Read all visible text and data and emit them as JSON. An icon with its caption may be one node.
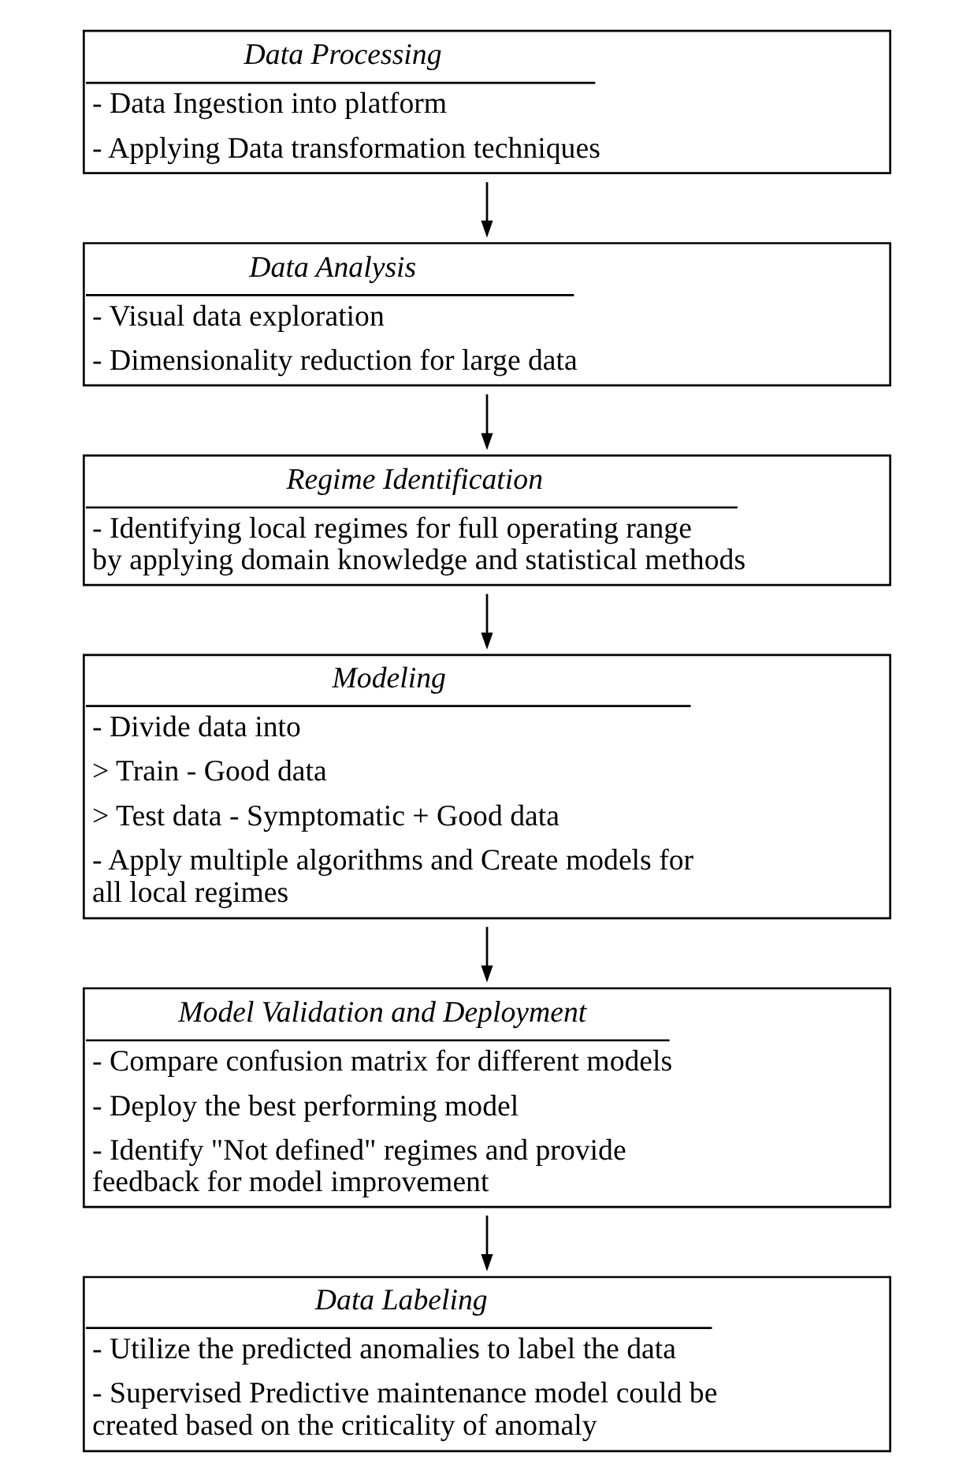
{
  "diagram": {
    "nodes": [
      {
        "text": [
          "Data Processing",
          "- Data Ingestion into platform",
          "- Applying Data transformation techniques"
        ]
      },
      {
        "text": [
          "Data Analysis",
          "- Visual data exploration",
          "- Dimensionality reduction for large data"
        ]
      },
      {
        "text": [
          "Regime Identification",
          "- Identifying local regimes for full operating range by applying domain knowledge and statistical methods"
        ]
      },
      {
        "text": [
          "Modeling",
          "- Divide data into",
          "> Train - Good data",
          "> Test data - Symptomatic + Good data",
          "- Apply multiple algorithms and Create models for all local regimes"
        ]
      },
      {
        "text": [
          "Model Validation and Deployment",
          "- Compare confusion matrix for different models",
          "- Deploy the best performing model",
          "- Identify \"Not defined\" regimes and provide feedback for model improvement"
        ]
      },
      {
        "text": [
          "Data Labeling",
          "- Utilize the predicted anomalies to label the data",
          "- Supervised Predictive maintenance model could be created based on the criticality of anomaly"
        ]
      }
    ],
    "edges": [
      {
        "from": 0,
        "to": 1,
        "arrow": "to"
      },
      {
        "from": 1,
        "to": 2,
        "arrow": "to"
      },
      {
        "from": 2,
        "to": 3,
        "arrow": "to"
      },
      {
        "from": 3,
        "to": 4,
        "arrow": "to"
      },
      {
        "from": 4,
        "to": 5,
        "arrow": "to"
      }
    ]
  }
}
